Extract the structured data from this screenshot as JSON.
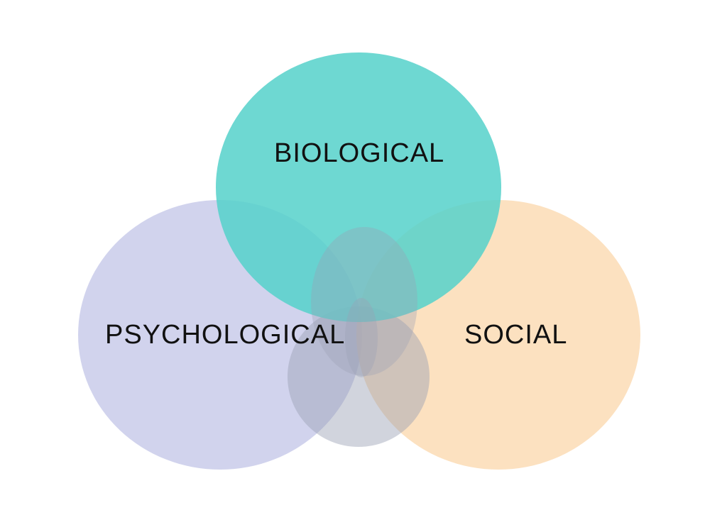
{
  "diagram": {
    "type": "venn",
    "sets": [
      {
        "key": "psychological",
        "label": "PSYCHOLOGICAL",
        "color": "#c5c8e8"
      },
      {
        "key": "social",
        "label": "SOCIAL",
        "color": "#fbd9b0"
      },
      {
        "key": "biological",
        "label": "BIOLOGICAL",
        "color": "#55d1ca"
      }
    ],
    "overlap_color": "#9aa0b4"
  }
}
